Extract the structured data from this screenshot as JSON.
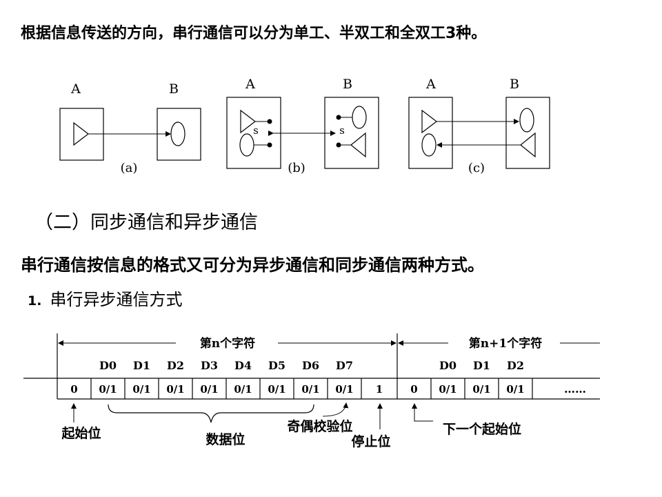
{
  "intro": "根据信息传送的方向，串行通信可以分为单工、半双工和全双工3种。",
  "modes": {
    "a": {
      "left": "A",
      "right": "B",
      "caption": "(a)"
    },
    "b": {
      "left": "A",
      "right": "B",
      "caption": "(b)",
      "switch_left": "s",
      "switch_right": "s"
    },
    "c": {
      "left": "A",
      "right": "B",
      "caption": "(c)"
    }
  },
  "section_title": "（二）同步通信和异步通信",
  "section_intro": "串行通信按信息的格式又可分为异步通信和同步通信两种方式。",
  "subsection": {
    "number": "1.",
    "title": "串行异步通信方式"
  },
  "frame": {
    "char_n_label": "第n个字符",
    "char_n1_label": "第n+1个字符",
    "bit_headers": [
      "D0",
      "D1",
      "D2",
      "D3",
      "D4",
      "D5",
      "D6",
      "D7"
    ],
    "next_bit_headers": [
      "D0",
      "D1",
      "D2"
    ],
    "start_value": "0",
    "data_values": [
      "0/1",
      "0/1",
      "0/1",
      "0/1",
      "0/1",
      "0/1",
      "0/1"
    ],
    "parity_value": "0/1",
    "stop_value": "1",
    "next_start_value": "0",
    "next_data_values": [
      "0/1",
      "0/1",
      "0/1"
    ],
    "ellipsis": "……",
    "labels": {
      "start_bit": "起始位",
      "data_bits": "数据位",
      "parity_bit": "奇偶校验位",
      "stop_bit": "停止位",
      "next_start_bit": "下一个起始位"
    }
  }
}
